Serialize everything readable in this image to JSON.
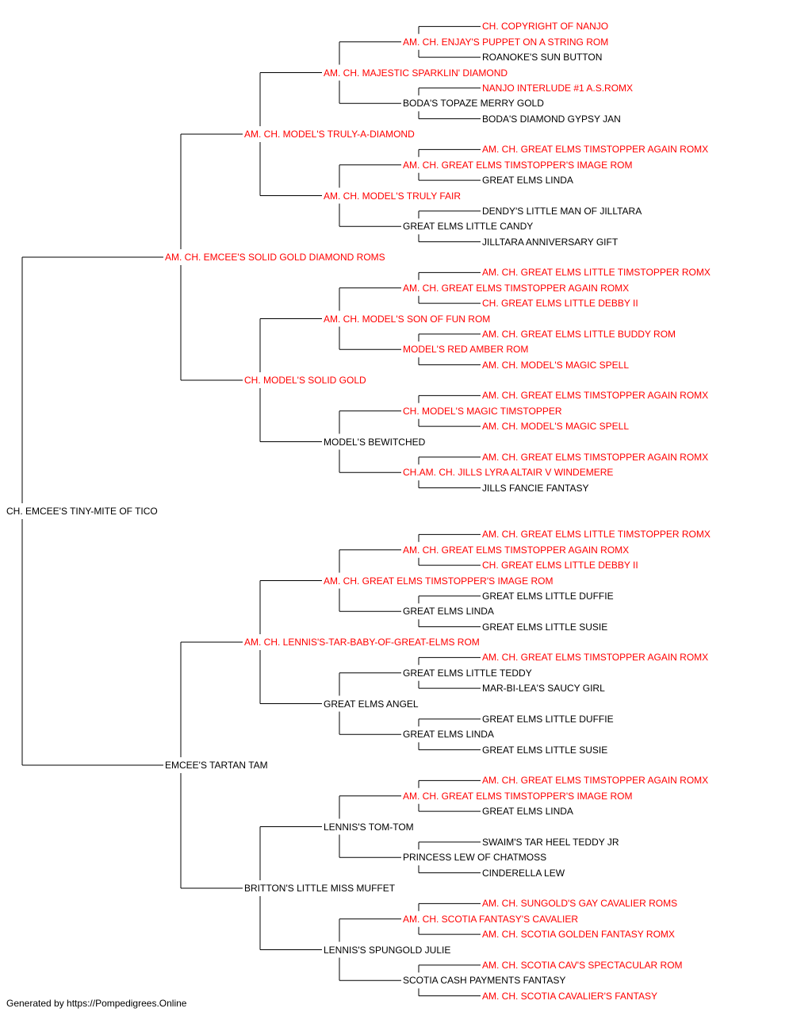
{
  "colors": {
    "champion": "#ff0000",
    "regular": "#000000",
    "line": "#000000"
  },
  "subject": {
    "name": "CH. EMCEE'S TINY-MITE OF TICO",
    "champion": false
  },
  "sire": {
    "name": "AM. CH. EMCEE'S SOLID GOLD DIAMOND ROMS",
    "champion": true,
    "sire": {
      "name": "AM. CH. MODEL'S TRULY-A-DIAMOND",
      "champion": true,
      "sire": {
        "name": "AM. CH. MAJESTIC SPARKLIN' DIAMOND",
        "champion": true,
        "sire": {
          "name": "AM. CH. ENJAY'S PUPPET ON A STRING ROM",
          "champion": true,
          "sire": {
            "name": "CH. COPYRIGHT OF NANJO",
            "champion": true
          },
          "dam": {
            "name": "ROANOKE'S SUN BUTTON",
            "champion": false
          }
        },
        "dam": {
          "name": "BODA'S TOPAZE MERRY GOLD",
          "champion": false,
          "sire": {
            "name": "NANJO INTERLUDE #1 A.S.ROMX",
            "champion": true
          },
          "dam": {
            "name": "BODA'S DIAMOND GYPSY JAN",
            "champion": false
          }
        }
      },
      "dam": {
        "name": "AM. CH. MODEL'S TRULY FAIR",
        "champion": true,
        "sire": {
          "name": "AM. CH. GREAT ELMS TIMSTOPPER'S IMAGE ROM",
          "champion": true,
          "sire": {
            "name": "AM. CH. GREAT ELMS TIMSTOPPER AGAIN ROMX",
            "champion": true
          },
          "dam": {
            "name": "GREAT ELMS LINDA",
            "champion": false
          }
        },
        "dam": {
          "name": "GREAT ELMS LITTLE CANDY",
          "champion": false,
          "sire": {
            "name": "DENDY'S LITTLE MAN OF JILLTARA",
            "champion": false
          },
          "dam": {
            "name": "JILLTARA ANNIVERSARY GIFT",
            "champion": false
          }
        }
      }
    },
    "dam": {
      "name": "CH. MODEL'S SOLID GOLD",
      "champion": true,
      "sire": {
        "name": "AM. CH. MODEL'S SON OF FUN ROM",
        "champion": true,
        "sire": {
          "name": "AM. CH. GREAT ELMS TIMSTOPPER AGAIN ROMX",
          "champion": true,
          "sire": {
            "name": "AM. CH. GREAT ELMS LITTLE TIMSTOPPER ROMX",
            "champion": true
          },
          "dam": {
            "name": "CH. GREAT ELMS LITTLE DEBBY II",
            "champion": true
          }
        },
        "dam": {
          "name": "MODEL'S RED AMBER ROM",
          "champion": true,
          "sire": {
            "name": "AM. CH. GREAT ELMS LITTLE BUDDY ROM",
            "champion": true
          },
          "dam": {
            "name": "AM. CH. MODEL'S MAGIC SPELL",
            "champion": true
          }
        }
      },
      "dam": {
        "name": "MODEL'S BEWITCHED",
        "champion": false,
        "sire": {
          "name": "CH. MODEL'S MAGIC TIMSTOPPER",
          "champion": true,
          "sire": {
            "name": "AM. CH. GREAT ELMS TIMSTOPPER AGAIN ROMX",
            "champion": true
          },
          "dam": {
            "name": "AM. CH. MODEL'S MAGIC SPELL",
            "champion": true
          }
        },
        "dam": {
          "name": "CH.AM. CH. JILLS LYRA ALTAIR V WINDEMERE",
          "champion": true,
          "sire": {
            "name": "AM. CH. GREAT ELMS TIMSTOPPER AGAIN ROMX",
            "champion": true
          },
          "dam": {
            "name": "JILLS FANCIE FANTASY",
            "champion": false
          }
        }
      }
    }
  },
  "dam": {
    "name": "EMCEE'S TARTAN TAM",
    "champion": false,
    "sire": {
      "name": "AM. CH. LENNIS'S-TAR-BABY-OF-GREAT-ELMS ROM",
      "champion": true,
      "sire": {
        "name": "AM. CH. GREAT ELMS TIMSTOPPER'S IMAGE ROM",
        "champion": true,
        "sire": {
          "name": "AM. CH. GREAT ELMS TIMSTOPPER AGAIN ROMX",
          "champion": true,
          "sire": {
            "name": "AM. CH. GREAT ELMS LITTLE TIMSTOPPER ROMX",
            "champion": true
          },
          "dam": {
            "name": "CH. GREAT ELMS LITTLE DEBBY II",
            "champion": true
          }
        },
        "dam": {
          "name": "GREAT ELMS LINDA",
          "champion": false,
          "sire": {
            "name": "GREAT ELMS LITTLE DUFFIE",
            "champion": false
          },
          "dam": {
            "name": "GREAT ELMS LITTLE SUSIE",
            "champion": false
          }
        }
      },
      "dam": {
        "name": "GREAT ELMS ANGEL",
        "champion": false,
        "sire": {
          "name": "GREAT ELMS LITTLE TEDDY",
          "champion": false,
          "sire": {
            "name": "AM. CH. GREAT ELMS TIMSTOPPER AGAIN ROMX",
            "champion": true
          },
          "dam": {
            "name": "MAR-BI-LEA'S SAUCY GIRL",
            "champion": false
          }
        },
        "dam": {
          "name": "GREAT ELMS LINDA",
          "champion": false,
          "sire": {
            "name": "GREAT ELMS LITTLE DUFFIE",
            "champion": false
          },
          "dam": {
            "name": "GREAT ELMS LITTLE SUSIE",
            "champion": false
          }
        }
      }
    },
    "dam": {
      "name": "BRITTON'S LITTLE MISS MUFFET",
      "champion": false,
      "sire": {
        "name": "LENNIS'S TOM-TOM",
        "champion": false,
        "sire": {
          "name": "AM. CH. GREAT ELMS TIMSTOPPER'S IMAGE ROM",
          "champion": true,
          "sire": {
            "name": "AM. CH. GREAT ELMS TIMSTOPPER AGAIN ROMX",
            "champion": true
          },
          "dam": {
            "name": "GREAT ELMS LINDA",
            "champion": false
          }
        },
        "dam": {
          "name": "PRINCESS LEW OF CHATMOSS",
          "champion": false,
          "sire": {
            "name": "SWAIM'S TAR HEEL TEDDY JR",
            "champion": false
          },
          "dam": {
            "name": "CINDERELLA LEW",
            "champion": false
          }
        }
      },
      "dam": {
        "name": "LENNIS'S SPUNGOLD JULIE",
        "champion": false,
        "sire": {
          "name": "AM. CH. SCOTIA FANTASY'S CAVALIER",
          "champion": true,
          "sire": {
            "name": "AM. CH. SUNGOLD'S GAY CAVALIER ROMS",
            "champion": true
          },
          "dam": {
            "name": "AM. CH. SCOTIA GOLDEN FANTASY ROMX",
            "champion": true
          }
        },
        "dam": {
          "name": "SCOTIA CASH PAYMENTS FANTASY",
          "champion": false,
          "sire": {
            "name": "AM. CH. SCOTIA CAV'S SPECTACULAR ROM",
            "champion": true
          },
          "dam": {
            "name": "AM. CH. SCOTIA CAVALIER'S FANTASY",
            "champion": true
          }
        }
      }
    }
  },
  "footer": "Generated by https://Pompedigrees.Online"
}
